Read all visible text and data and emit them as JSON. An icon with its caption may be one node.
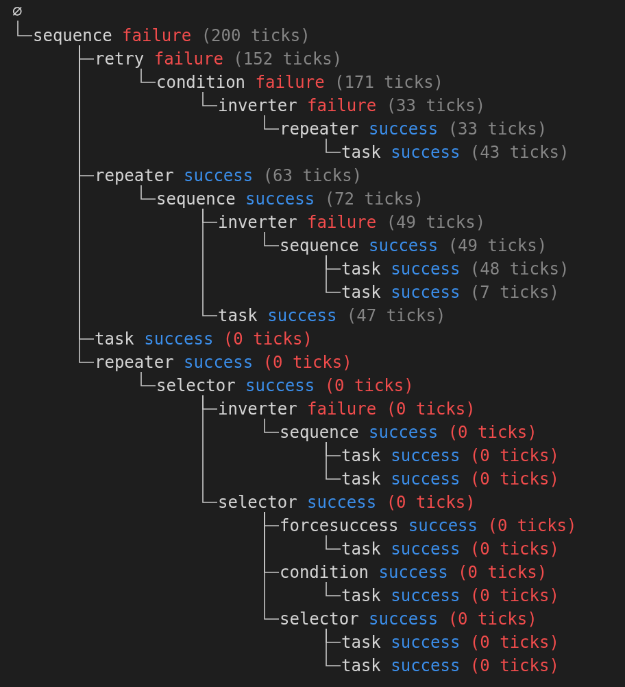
{
  "diagram": {
    "nodes": [
      {
        "text": [
          "∅"
        ]
      },
      {
        "text": [
          "sequence",
          "failure",
          "(200 ticks)"
        ]
      },
      {
        "text": [
          "retry",
          "failure",
          "(152 ticks)"
        ]
      },
      {
        "text": [
          "condition",
          "failure",
          "(171 ticks)"
        ]
      },
      {
        "text": [
          "inverter",
          "failure",
          "(33 ticks)"
        ]
      },
      {
        "text": [
          "repeater",
          "success",
          "(33 ticks)"
        ]
      },
      {
        "text": [
          "task",
          "success",
          "(43 ticks)"
        ]
      },
      {
        "text": [
          "repeater",
          "success",
          "(63 ticks)"
        ]
      },
      {
        "text": [
          "sequence",
          "success",
          "(72 ticks)"
        ]
      },
      {
        "text": [
          "inverter",
          "failure",
          "(49 ticks)"
        ]
      },
      {
        "text": [
          "sequence",
          "success",
          "(49 ticks)"
        ]
      },
      {
        "text": [
          "task",
          "success",
          "(48 ticks)"
        ]
      },
      {
        "text": [
          "task",
          "success",
          "(7 ticks)"
        ]
      },
      {
        "text": [
          "task",
          "success",
          "(47 ticks)"
        ]
      },
      {
        "text": [
          "task",
          "success",
          "(0 ticks)"
        ]
      },
      {
        "text": [
          "repeater",
          "success",
          "(0 ticks)"
        ]
      },
      {
        "text": [
          "selector",
          "success",
          "(0 ticks)"
        ]
      },
      {
        "text": [
          "inverter",
          "failure",
          "(0 ticks)"
        ]
      },
      {
        "text": [
          "sequence",
          "success",
          "(0 ticks)"
        ]
      },
      {
        "text": [
          "task",
          "success",
          "(0 ticks)"
        ]
      },
      {
        "text": [
          "task",
          "success",
          "(0 ticks)"
        ]
      },
      {
        "text": [
          "selector",
          "success",
          "(0 ticks)"
        ]
      },
      {
        "text": [
          "forcesuccess",
          "success",
          "(0 ticks)"
        ]
      },
      {
        "text": [
          "task",
          "success",
          "(0 ticks)"
        ]
      },
      {
        "text": [
          "condition",
          "success",
          "(0 ticks)"
        ]
      },
      {
        "text": [
          "task",
          "success",
          "(0 ticks)"
        ]
      },
      {
        "text": [
          "selector",
          "success",
          "(0 ticks)"
        ]
      },
      {
        "text": [
          "task",
          "success",
          "(0 ticks)"
        ]
      },
      {
        "text": [
          "task",
          "success",
          "(0 ticks)"
        ]
      }
    ],
    "edges": [
      {
        "from": 0,
        "to": 1,
        "arrow": "none"
      },
      {
        "from": 1,
        "to": 2,
        "arrow": "none"
      },
      {
        "from": 2,
        "to": 3,
        "arrow": "none"
      },
      {
        "from": 3,
        "to": 4,
        "arrow": "none"
      },
      {
        "from": 4,
        "to": 5,
        "arrow": "none"
      },
      {
        "from": 5,
        "to": 6,
        "arrow": "none"
      },
      {
        "from": 1,
        "to": 7,
        "arrow": "none"
      },
      {
        "from": 7,
        "to": 8,
        "arrow": "none"
      },
      {
        "from": 8,
        "to": 9,
        "arrow": "none"
      },
      {
        "from": 9,
        "to": 10,
        "arrow": "none"
      },
      {
        "from": 10,
        "to": 11,
        "arrow": "none"
      },
      {
        "from": 10,
        "to": 12,
        "arrow": "none"
      },
      {
        "from": 8,
        "to": 13,
        "arrow": "none"
      },
      {
        "from": 1,
        "to": 14,
        "arrow": "none"
      },
      {
        "from": 1,
        "to": 15,
        "arrow": "none"
      },
      {
        "from": 15,
        "to": 16,
        "arrow": "none"
      },
      {
        "from": 16,
        "to": 17,
        "arrow": "none"
      },
      {
        "from": 17,
        "to": 18,
        "arrow": "none"
      },
      {
        "from": 18,
        "to": 19,
        "arrow": "none"
      },
      {
        "from": 18,
        "to": 20,
        "arrow": "none"
      },
      {
        "from": 16,
        "to": 21,
        "arrow": "none"
      },
      {
        "from": 21,
        "to": 22,
        "arrow": "none"
      },
      {
        "from": 22,
        "to": 23,
        "arrow": "none"
      },
      {
        "from": 21,
        "to": 24,
        "arrow": "none"
      },
      {
        "from": 24,
        "to": 25,
        "arrow": "none"
      },
      {
        "from": 21,
        "to": 26,
        "arrow": "none"
      },
      {
        "from": 26,
        "to": 27,
        "arrow": "none"
      },
      {
        "from": 26,
        "to": 28,
        "arrow": "none"
      }
    ]
  }
}
